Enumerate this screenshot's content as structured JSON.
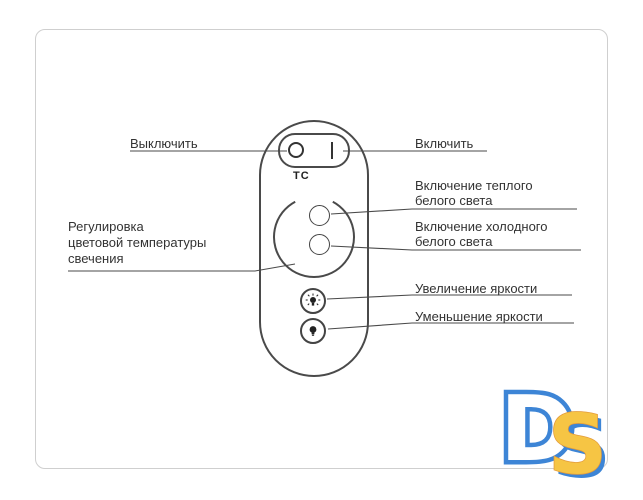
{
  "page": {
    "background": "#ffffff",
    "border_color": "#cfcfcf"
  },
  "remote": {
    "tc_label": "TC"
  },
  "annotations": {
    "power_off": "Выключить",
    "power_on": "Включить",
    "warm_white": "Включение теплого\nбелого света",
    "cold_white": "Включение холодного\nбелого света",
    "color_temp": "Регулировка\nцветовой температуры\nсвечения",
    "brightness_up": "Увеличение яркости",
    "brightness_down": "Уменьшение яркости"
  },
  "logo": {
    "d": "D",
    "s": "S",
    "blue": "#3d85d6",
    "yellow": "#f6c544"
  },
  "colors": {
    "line": "#4a4a4a",
    "text": "#333333"
  }
}
